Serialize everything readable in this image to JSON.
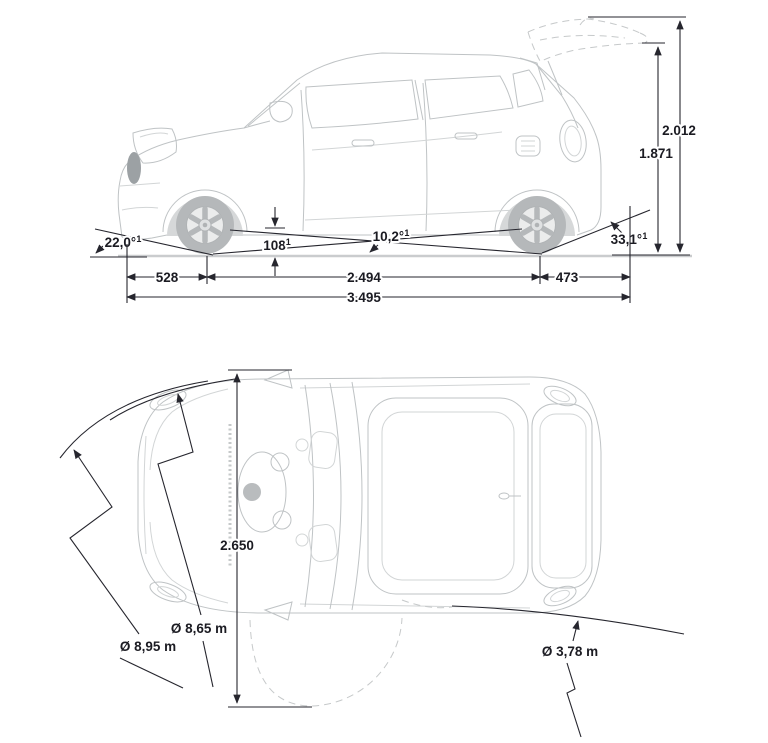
{
  "document": {
    "type": "vehicle-dimension-diagram",
    "views": [
      "side-view",
      "top-view"
    ]
  },
  "colors": {
    "background": "#ffffff",
    "dimension_lines": "#26262e",
    "label_text": "#1b1b22",
    "car_line_art": "#bfc3c5",
    "ground_band": "#caccce"
  },
  "side_view": {
    "overall_height": {
      "value": "2.012"
    },
    "height_secondary": {
      "value": "1.871"
    },
    "approach_angle": {
      "value": "22,0°",
      "sup": "1"
    },
    "ramp_angle": {
      "value": "10,2°",
      "sup": "1"
    },
    "departure_angle": {
      "value": "33,1°",
      "sup": "1"
    },
    "ground_clearance": {
      "value": "108",
      "sup": "1"
    },
    "front_overhang": {
      "value": "528"
    },
    "wheelbase": {
      "value": "2.494"
    },
    "rear_overhang": {
      "value": "473"
    },
    "overall_length": {
      "value": "3.495"
    }
  },
  "top_view": {
    "clearance_width": {
      "value": "2.650"
    },
    "turning_circle_inner": {
      "value": "Ø 8,65 m"
    },
    "turning_circle_outer": {
      "value": "Ø 8,95 m"
    },
    "turning_circle_rear": {
      "value": "Ø 3,78 m"
    }
  }
}
